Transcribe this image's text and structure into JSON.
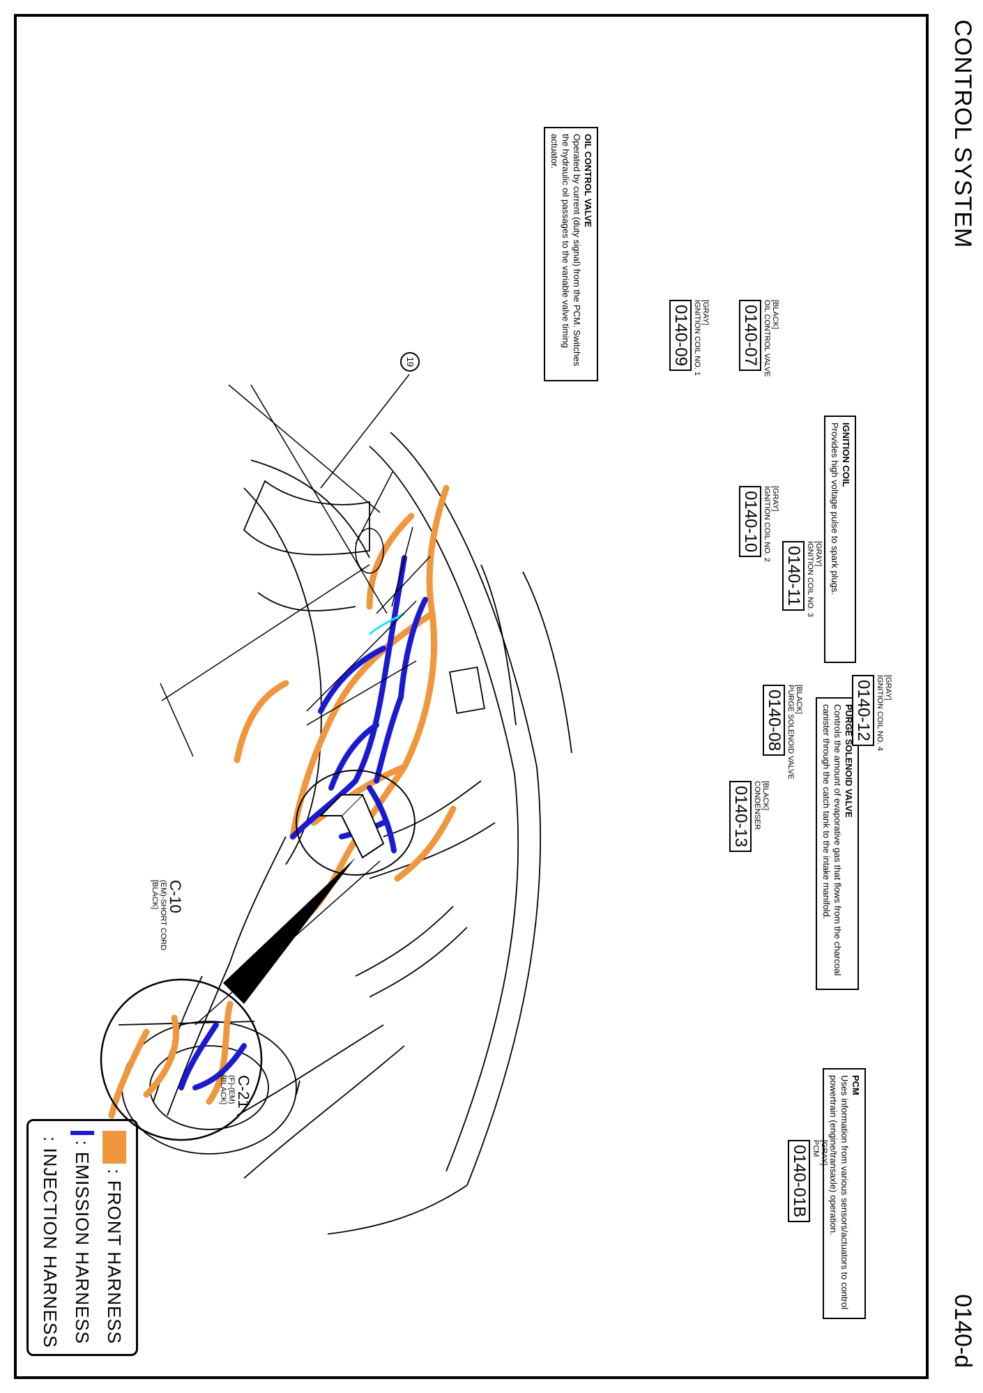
{
  "header": {
    "title": "CONTROL SYSTEM",
    "page_number": "0140-d"
  },
  "info_boxes": {
    "oil_control_valve": {
      "title": "OIL CONTROL VALVE",
      "text": "Operated by current (duty signal) from the PCM. Switches the hydraulic oil passages to the variable valve timing actuator."
    },
    "ignition_coil": {
      "title": "IGNITION COIL",
      "text": "Provides high voltage pulse to spark plugs."
    },
    "purge_solenoid_valve": {
      "title": "PURGE SOLENOID VALVE",
      "text": "Controls the amount of evaporative gas that flows from the charcoal canister through the catch tank to the intake manifold."
    },
    "pcm": {
      "title": "PCM",
      "text": "Uses information from various sensors/actuators to control powertrain (engine/transaxle) operation."
    }
  },
  "callouts": {
    "c0140_07": {
      "color": "[BLACK]",
      "name": "OIL CONTROL VALVE",
      "code": "0140-07"
    },
    "c0140_09": {
      "color": "[GRAY]",
      "name": "IGNITION COIL NO. 1",
      "code": "0140-09"
    },
    "c0140_10": {
      "color": "[GRAY]",
      "name": "IGNITION COIL NO. 2",
      "code": "0140-10"
    },
    "c0140_11": {
      "color": "[GRAY]",
      "name": "IGNITION COIL NO. 3",
      "code": "0140-11"
    },
    "c0140_12": {
      "color": "[GRAY]",
      "name": "IGNITION COIL NO. 4",
      "code": "0140-12"
    },
    "c0140_08": {
      "color": "[BLACK]",
      "name": "PURGE SOLENOID VALVE",
      "code": "0140-08"
    },
    "c0140_13": {
      "color": "[BLACK]",
      "name": "CONDENSER",
      "code": "0140-13"
    },
    "c0140_01b": {
      "color": "[GRAY]",
      "name": "PCM",
      "code": "0140-01B"
    }
  },
  "connectors": {
    "c10": {
      "id": "C-10",
      "desc": "(EM)-SHORT CORD",
      "color": "[BLACK]"
    },
    "c21": {
      "id": "C-21",
      "desc": "(F)-(EM)",
      "color": "[BLACK]"
    }
  },
  "ground_marker": "19",
  "legend": {
    "items": [
      {
        "label": ": FRONT HARNESS",
        "color": "#f0963c"
      },
      {
        "label": ": EMISSION HARNESS",
        "color": "#1a1ad2"
      },
      {
        "label": ": INJECTION HARNESS",
        "color": "#22e6ea"
      }
    ]
  },
  "colors": {
    "front_harness": "#f0963c",
    "emission_harness": "#1a1ad2",
    "injection_harness": "#22e6ea",
    "outline": "#000000"
  }
}
